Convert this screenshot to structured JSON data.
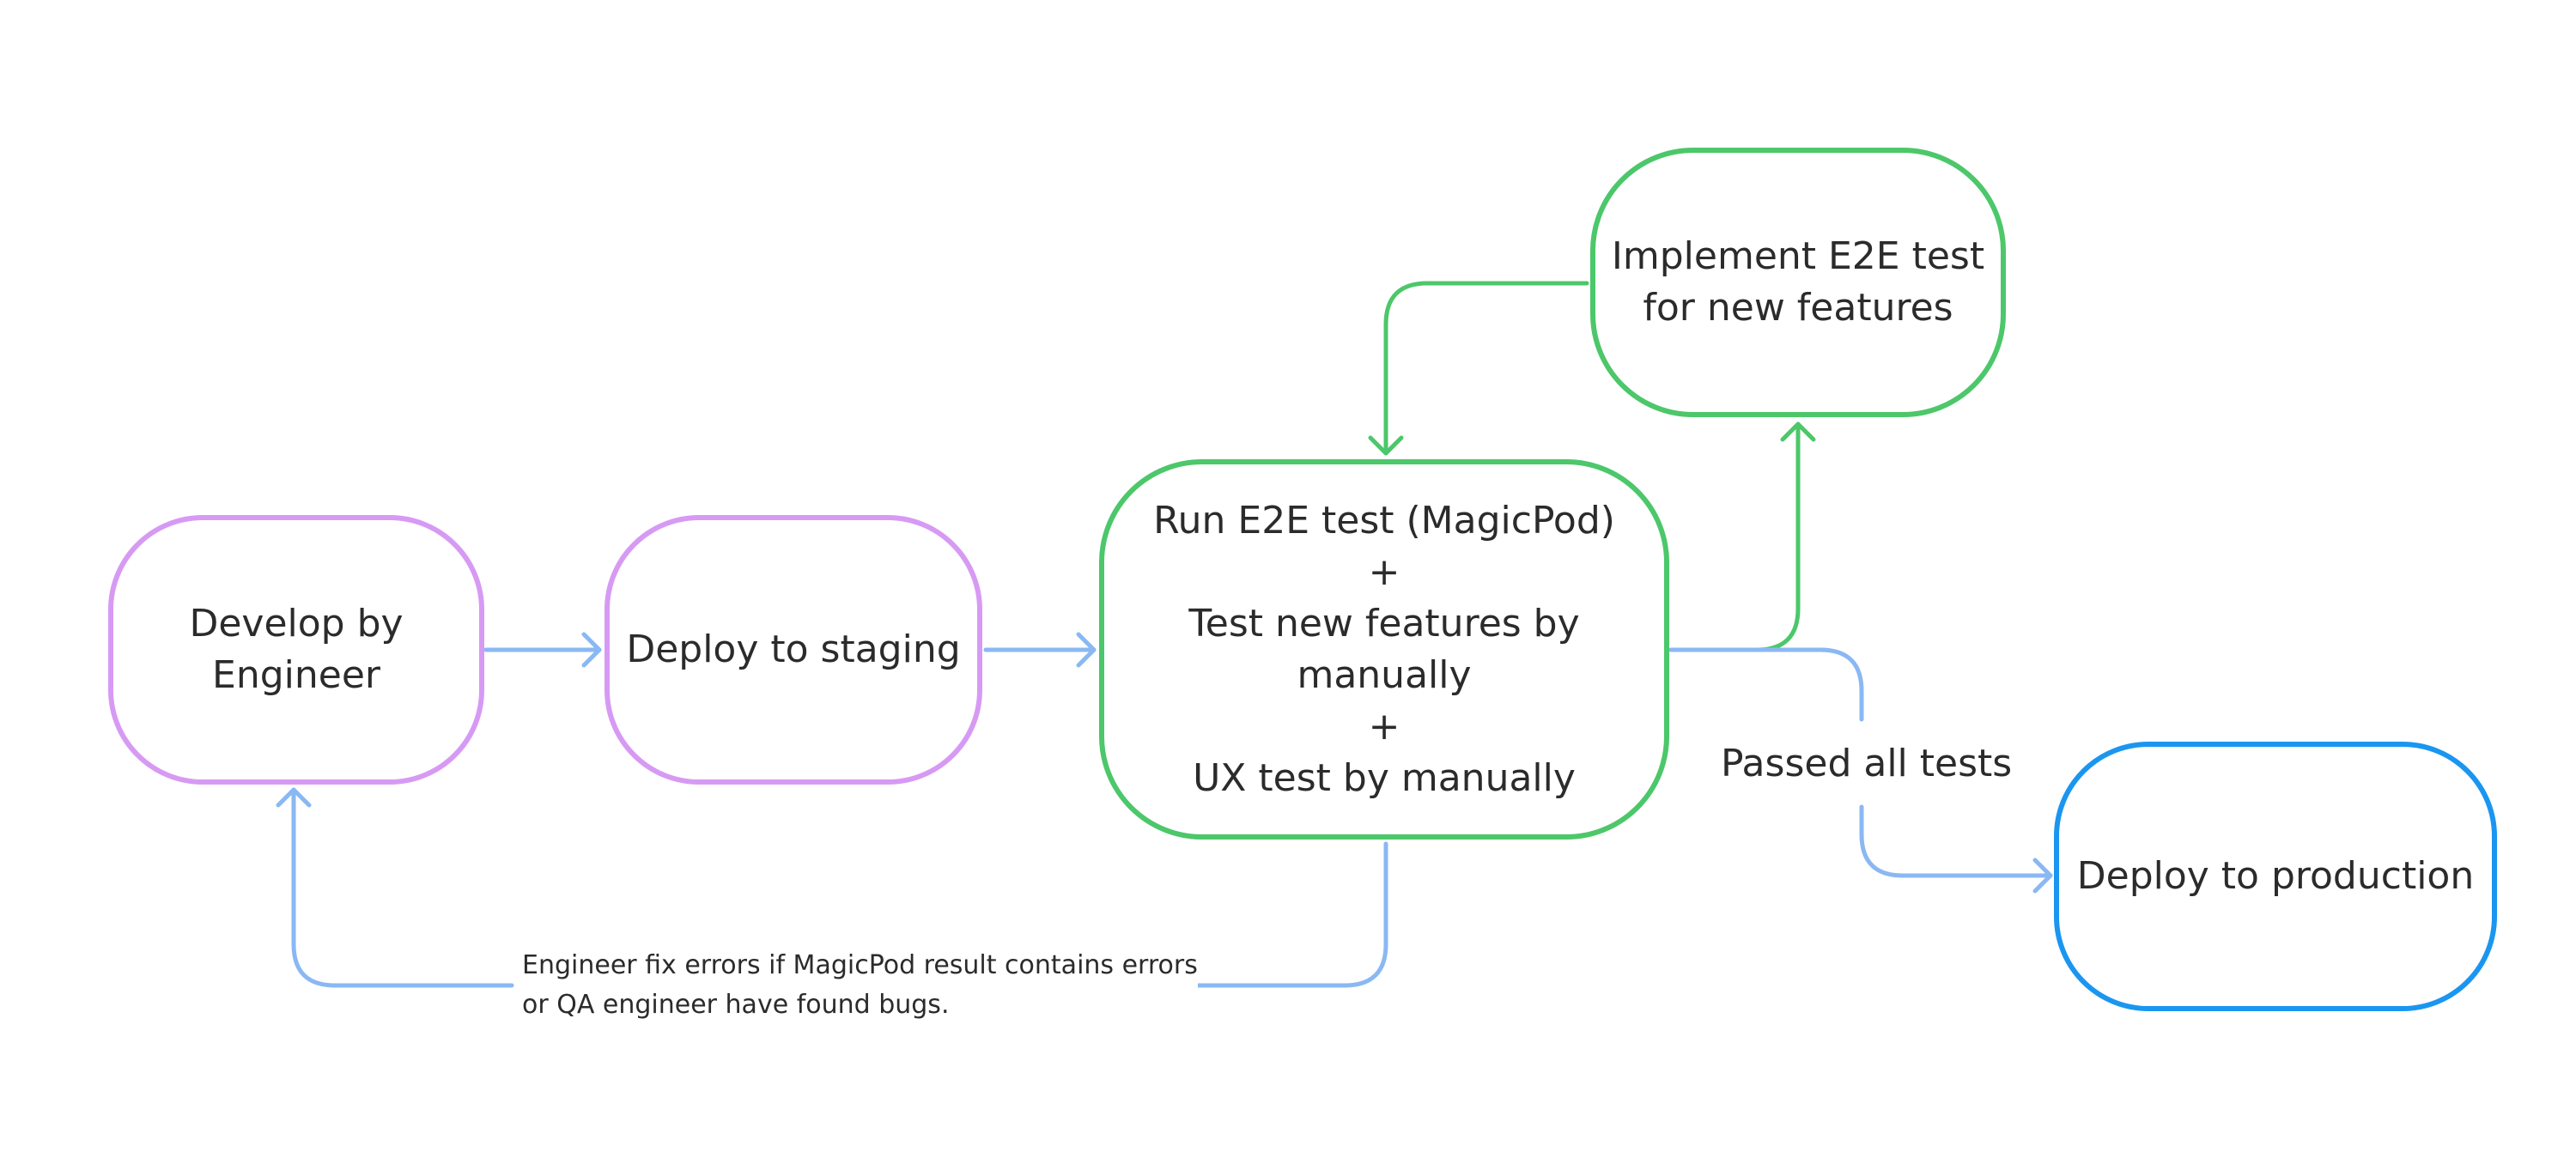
{
  "colors": {
    "dev_stage": "#d79af4",
    "test_stage": "#4cc76a",
    "prod_stage": "#1a96f0",
    "flow_arrow": "#8ab8f3",
    "test_arrow": "#4cc76a",
    "text": "#2b2b2b"
  },
  "nodes": {
    "develop": {
      "lines": [
        "Develop by",
        "Engineer"
      ]
    },
    "staging": {
      "lines": [
        "Deploy to staging"
      ]
    },
    "run_tests": {
      "lines": [
        "Run E2E test (MagicPod)",
        "+",
        "Test new features by",
        "manually",
        "+",
        "UX test by manually"
      ]
    },
    "implement": {
      "lines": [
        "Implement E2E test",
        "for new features"
      ]
    },
    "production": {
      "lines": [
        "Deploy to production"
      ]
    }
  },
  "edges": {
    "passed_label": "Passed all tests",
    "fix_label_line1": "Engineer fix errors if MagicPod result contains errors",
    "fix_label_line2": "or QA engineer have found bugs."
  }
}
